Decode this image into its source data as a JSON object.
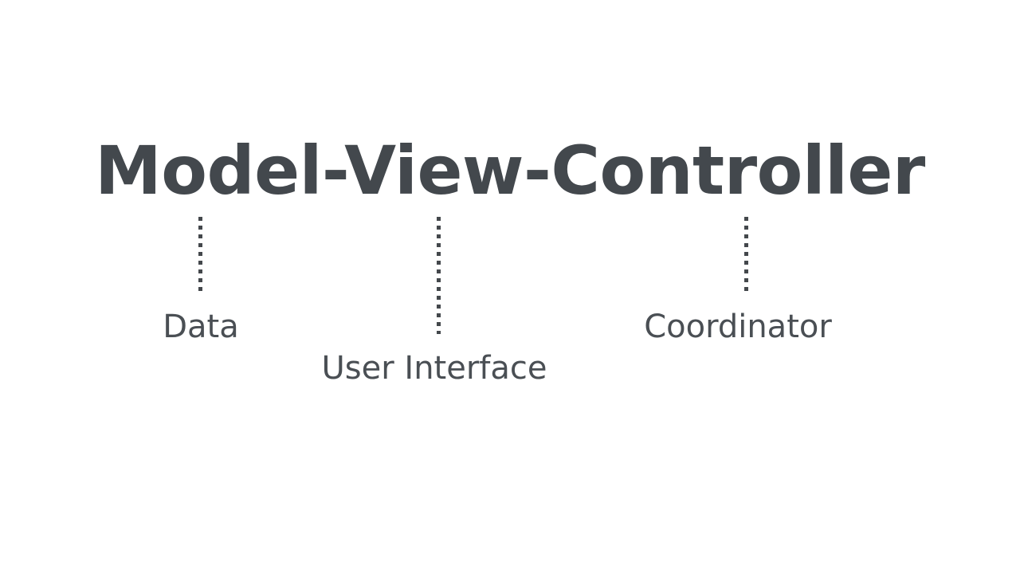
{
  "slide": {
    "background_color": "#ffffff",
    "title": "Model-View-Controller",
    "title_color": "#43488d",
    "nodes": [
      {
        "term": "Model",
        "label": "Data",
        "connector": "dotted-vertical-line",
        "connector_color": "#44484c"
      },
      {
        "term": "View",
        "label": "User Interface",
        "connector": "dotted-vertical-line",
        "connector_color": "#44484c"
      },
      {
        "term": "Controller",
        "label": "Coordinator",
        "connector": "dotted-vertical-line",
        "connector_color": "#44484c"
      }
    ]
  }
}
